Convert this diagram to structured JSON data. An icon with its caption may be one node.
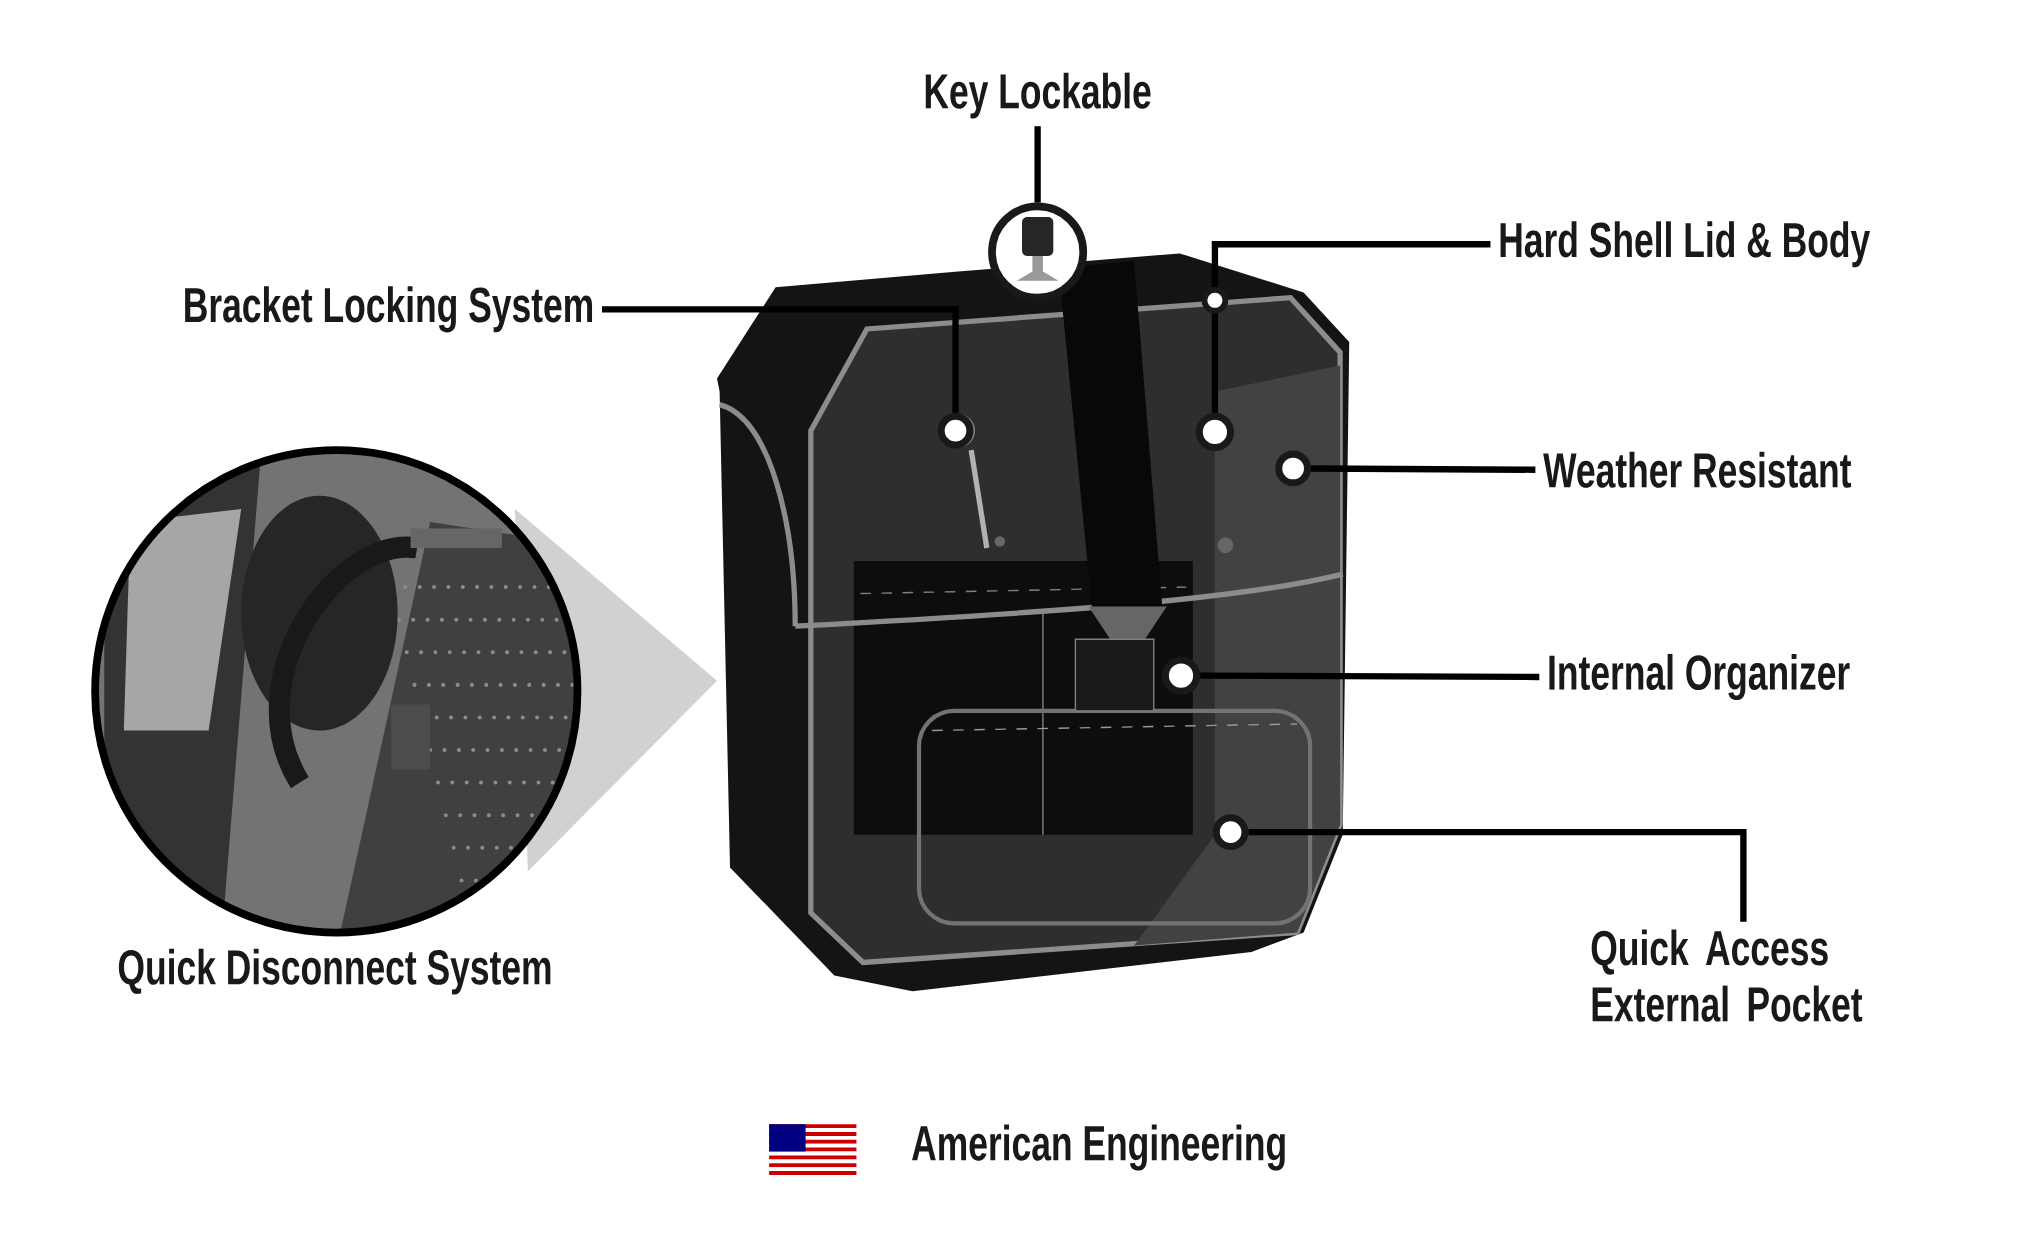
{
  "diagram": {
    "nodes": [
      {
        "text": [
          "Key Lockable"
        ]
      },
      {
        "text": [
          "Bracket Locking System"
        ]
      },
      {
        "text": [
          "Hard Shell Lid & Body"
        ]
      },
      {
        "text": [
          "Weather Resistant"
        ]
      },
      {
        "text": [
          "Internal Organizer"
        ]
      },
      {
        "text": [
          "Quick Access External Pocket"
        ]
      },
      {
        "text": [],
        "shape": "circle"
      },
      {
        "text": [],
        "shape": "circle"
      },
      {
        "text": [],
        "shape": "circle"
      },
      {
        "text": [],
        "shape": "circle"
      },
      {
        "text": [],
        "shape": "circle"
      },
      {
        "text": [],
        "shape": "circle"
      }
    ],
    "edges": [
      {
        "from": 0,
        "to": 6,
        "arrow": "none"
      },
      {
        "from": 1,
        "to": 7,
        "arrow": "none"
      },
      {
        "from": 2,
        "to": 8,
        "arrow": "none"
      },
      {
        "from": 3,
        "to": 9,
        "arrow": "none"
      },
      {
        "from": 4,
        "to": 10,
        "arrow": "none"
      },
      {
        "from": 5,
        "to": 11,
        "arrow": "none"
      }
    ],
    "labels": [
      "Quick Disconnect System",
      "American Engineering"
    ]
  }
}
